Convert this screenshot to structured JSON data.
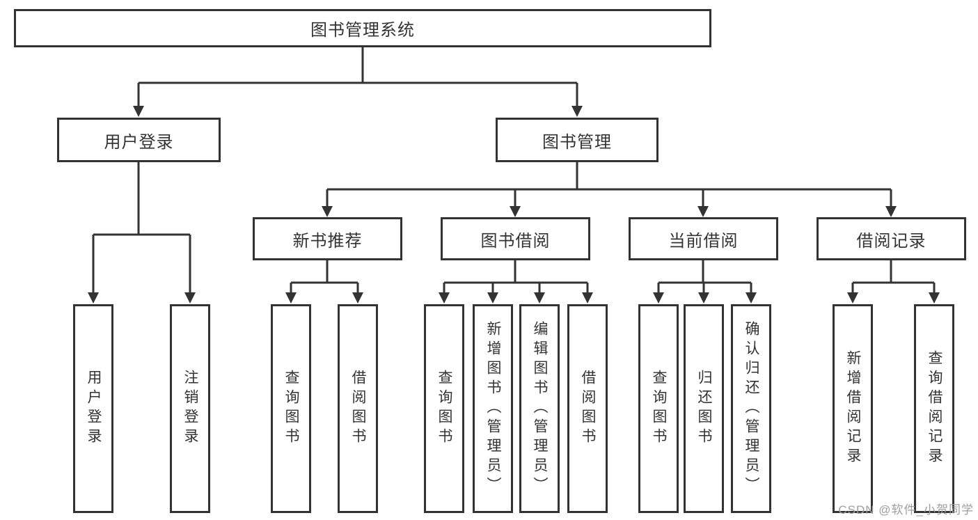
{
  "tree": {
    "label": "图书管理系统",
    "children": [
      {
        "label": "用户登录",
        "children": [
          {
            "label": "用户登录"
          },
          {
            "label": "注销登录"
          }
        ]
      },
      {
        "label": "图书管理",
        "children": [
          {
            "label": "新书推荐",
            "children": [
              {
                "label": "查询图书"
              },
              {
                "label": "借阅图书"
              }
            ]
          },
          {
            "label": "图书借阅",
            "children": [
              {
                "label": "查询图书"
              },
              {
                "label": "新增图书（管理员）"
              },
              {
                "label": "编辑图书（管理员）"
              },
              {
                "label": "借阅图书"
              }
            ]
          },
          {
            "label": "当前借阅",
            "children": [
              {
                "label": "查询图书"
              },
              {
                "label": "归还图书"
              },
              {
                "label": "确认归还（管理员）"
              }
            ]
          },
          {
            "label": "借阅记录",
            "children": [
              {
                "label": "新增借阅记录"
              },
              {
                "label": "查询借阅记录"
              }
            ]
          }
        ]
      }
    ]
  },
  "watermark": "CSDN @软件_小贺同学",
  "colors": {
    "line": "#333333",
    "box_border": "#333333",
    "text": "#333333",
    "watermark": "#9e9e9e",
    "background": "#ffffff"
  }
}
